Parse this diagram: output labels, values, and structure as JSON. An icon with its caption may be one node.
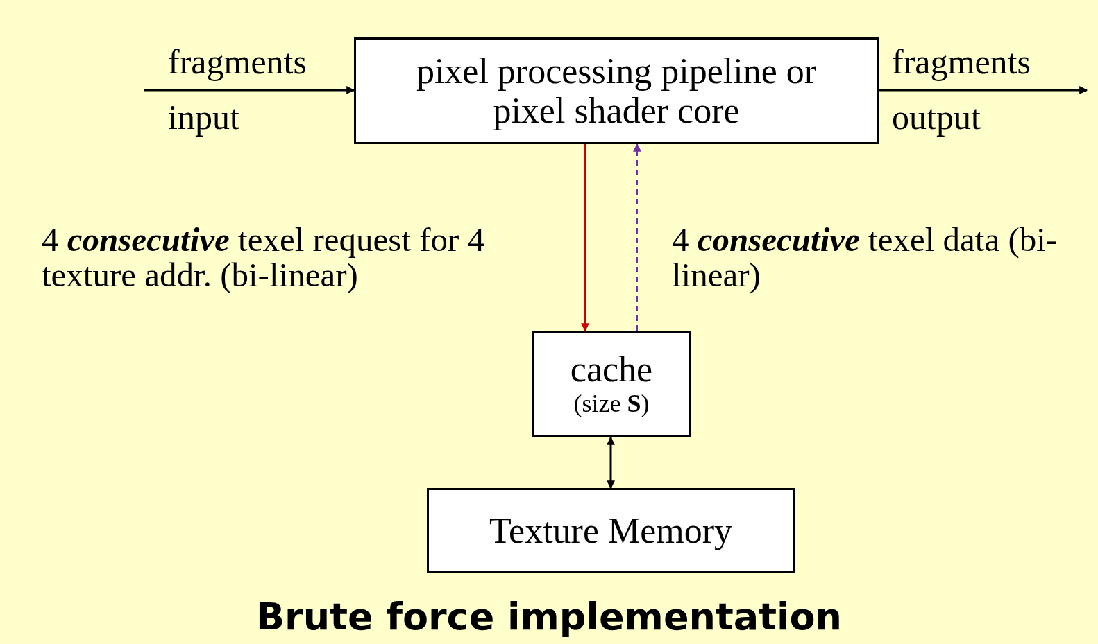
{
  "diagram": {
    "caption": "Brute force implementation",
    "nodes": [
      {
        "text": [
          "pixel processing pipeline or pixel shader core"
        ]
      },
      {
        "text": [
          "cache",
          "(size **S**)"
        ]
      },
      {
        "text": [
          "Texture Memory"
        ]
      }
    ],
    "edges": [
      {
        "from": null,
        "to": 0,
        "arrow": "to"
      },
      {
        "from": 0,
        "to": null,
        "arrow": "to"
      },
      {
        "from": 0,
        "to": 1,
        "arrow": "to",
        "color": "#cc0000",
        "label": "4 *consecutive* texel request for 4 texture addr. (bi-linear)"
      },
      {
        "from": 1,
        "to": 0,
        "arrow": "to",
        "style": "dashed",
        "color": "#7030a0",
        "label": "4 *consecutive* texel data (bi-linear)"
      },
      {
        "from": 1,
        "to": 2,
        "arrow": "both"
      }
    ],
    "labels": [
      "fragments",
      "input",
      "fragments",
      "output"
    ]
  }
}
